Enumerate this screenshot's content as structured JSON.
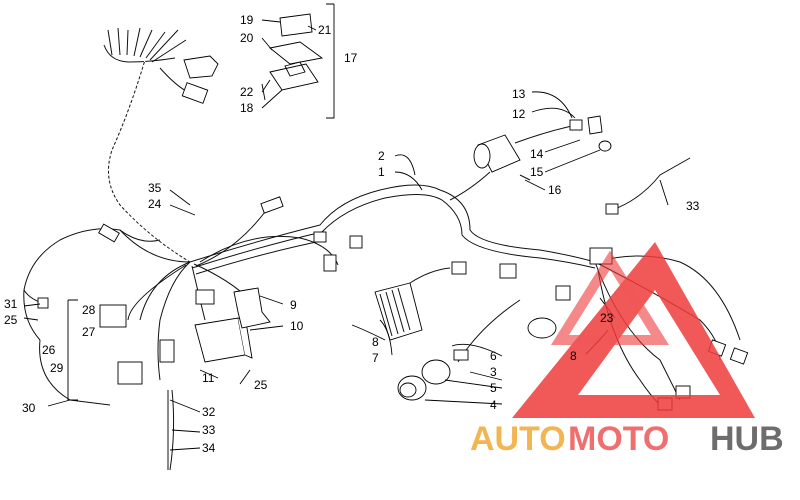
{
  "callouts": {
    "c1": "1",
    "c2": "2",
    "c3": "3",
    "c4": "4",
    "c5": "5",
    "c6": "6",
    "c7": "7",
    "c8a": "8",
    "c8b": "8",
    "c9": "9",
    "c10": "10",
    "c11": "11",
    "c12": "12",
    "c13": "13",
    "c14": "14",
    "c15": "15",
    "c16": "16",
    "c17": "17",
    "c18": "18",
    "c19": "19",
    "c20": "20",
    "c21": "21",
    "c22": "22",
    "c23": "23",
    "c24": "24",
    "c25a": "25",
    "c25b": "25",
    "c26": "26",
    "c27": "27",
    "c28": "28",
    "c29": "29",
    "c30": "30",
    "c31": "31",
    "c32": "32",
    "c33a": "33",
    "c33b": "33",
    "c34": "34",
    "c35": "35"
  },
  "watermark": {
    "auto": "AUTO",
    "moto": "MOTO",
    "hub": "HUB",
    "colors": {
      "auto": "#f2b552",
      "moto": "#ef6f6f",
      "hub": "#6d6d6d",
      "logo": "#ef3b3b"
    }
  }
}
